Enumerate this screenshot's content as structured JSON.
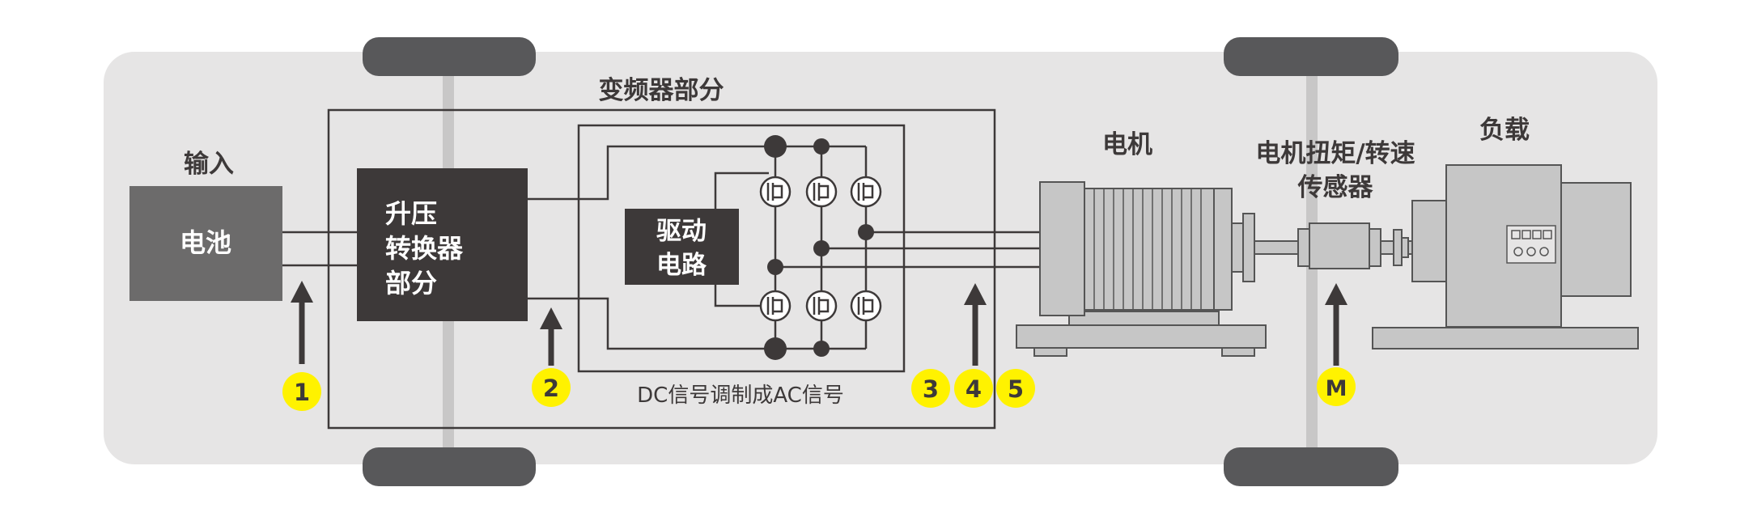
{
  "title": "变频器部分",
  "input": {
    "label": "输入",
    "battery": "电池"
  },
  "boost": {
    "line1": "升压",
    "line2": "转换器",
    "line3": "部分"
  },
  "driver": {
    "line1": "驱动",
    "line2": "电路"
  },
  "dc_ac_label": "DC信号调制成AC信号",
  "motor_label": "电机",
  "sensor": {
    "line1": "电机扭矩/转速",
    "line2": "传感器"
  },
  "load_label": "负载",
  "markers": [
    {
      "id": "1"
    },
    {
      "id": "2"
    },
    {
      "id": "3"
    },
    {
      "id": "4"
    },
    {
      "id": "5"
    },
    {
      "id": "M"
    }
  ],
  "colors": {
    "chassis": "#e6e5e5",
    "wheel": "#58585a",
    "axle": "#c8c7c7",
    "battery": "#6c6b6b",
    "dark_box": "#3d3939",
    "marker": "#fff200",
    "machine": "#c6c6c6",
    "line": "#3d3939"
  }
}
